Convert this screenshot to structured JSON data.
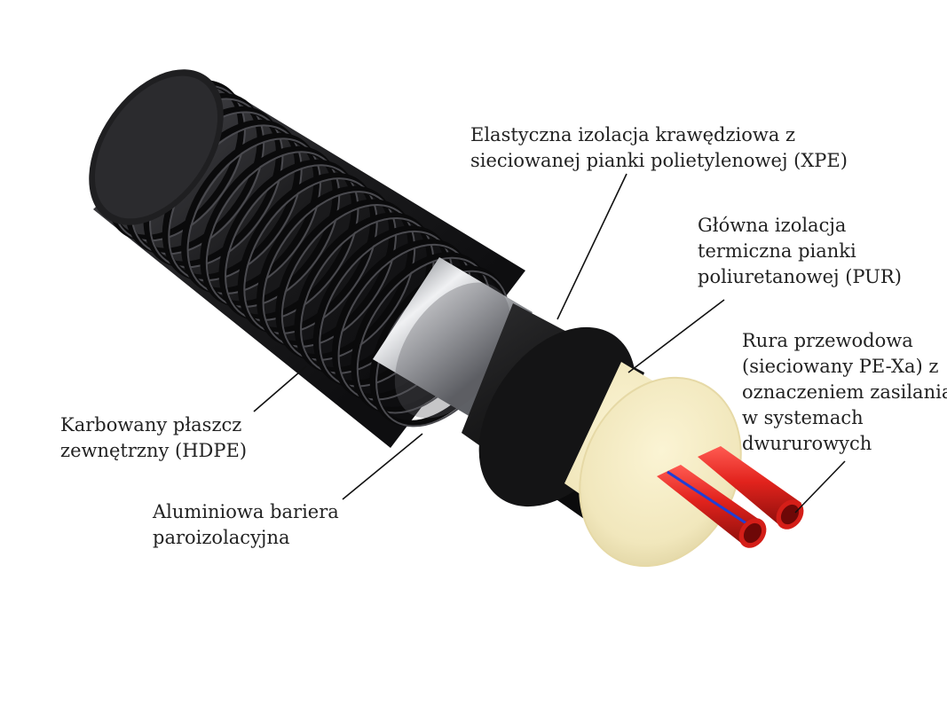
{
  "colors": {
    "jacket": "#1c1c1e",
    "aluminium": "#c4c6c9",
    "xpe": "#1a1a1a",
    "pur": "#f4ecc4",
    "pipe": "#e2231d",
    "supply_stripe": "#1f3fd6",
    "leader": "#111111"
  },
  "labels": {
    "xpe": {
      "lines": [
        "Elastyczna izolacja krawędziowa z",
        "sieciowanej pianki polietylenowej (XPE)"
      ]
    },
    "pur": {
      "lines": [
        "Główna izolacja",
        "termiczna pianki",
        "poliuretanowej (PUR)"
      ]
    },
    "pex": {
      "lines": [
        "Rura przewodowa",
        "(sieciowany PE-Xa) z",
        "oznaczeniem zasilania",
        "w systemach",
        "dwururowych"
      ]
    },
    "hdpe": {
      "lines": [
        "Karbowany płaszcz",
        "zewnętrzny (HDPE)"
      ]
    },
    "alu": {
      "lines": [
        "Aluminiowa bariera",
        "paroizolacyjna"
      ]
    }
  }
}
